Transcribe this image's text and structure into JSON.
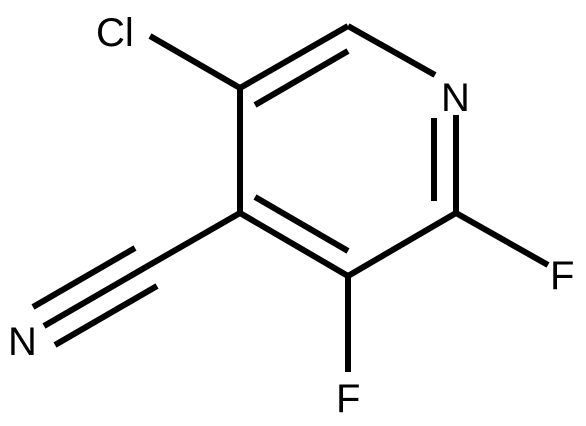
{
  "molecule": {
    "atoms": {
      "chlorine": "Cl",
      "nitrogen_ring": "N",
      "fluorine_2": "F",
      "fluorine_3": "F",
      "nitrogen_nitrile": "N"
    }
  },
  "colors": {
    "bond": "#000000",
    "label": "#000000",
    "background": "#ffffff"
  }
}
